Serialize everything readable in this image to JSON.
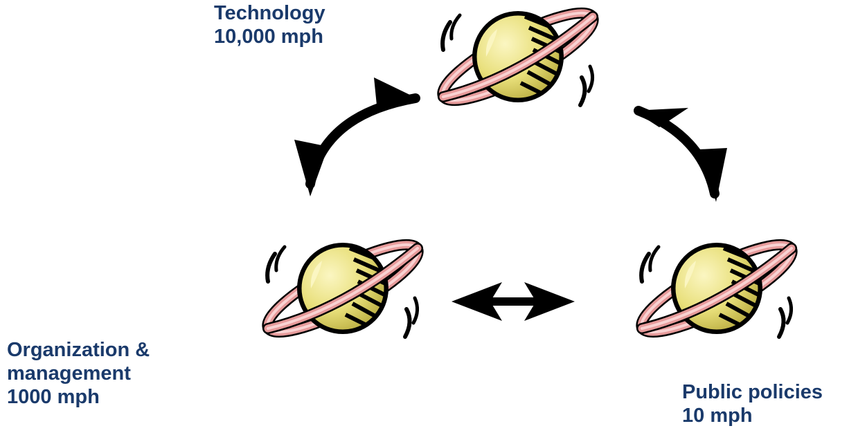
{
  "nodes": {
    "technology": {
      "name": "Technology",
      "speed": "10,000 mph"
    },
    "organization": {
      "name_line1": "Organization &",
      "name_line2": "management",
      "speed": "1000 mph"
    },
    "public_policies": {
      "name": "Public policies",
      "speed": "10 mph"
    }
  },
  "colors": {
    "label": "#1a3a6b",
    "planet_body": "#e8df7a",
    "planet_highlight": "#f6f1b4",
    "ring": "#e69a9a",
    "ring_light": "#f9d2d2",
    "arrow": "#000000"
  },
  "icons": [
    "planet-icon",
    "curved-arrow-icon",
    "double-arrow-icon"
  ]
}
